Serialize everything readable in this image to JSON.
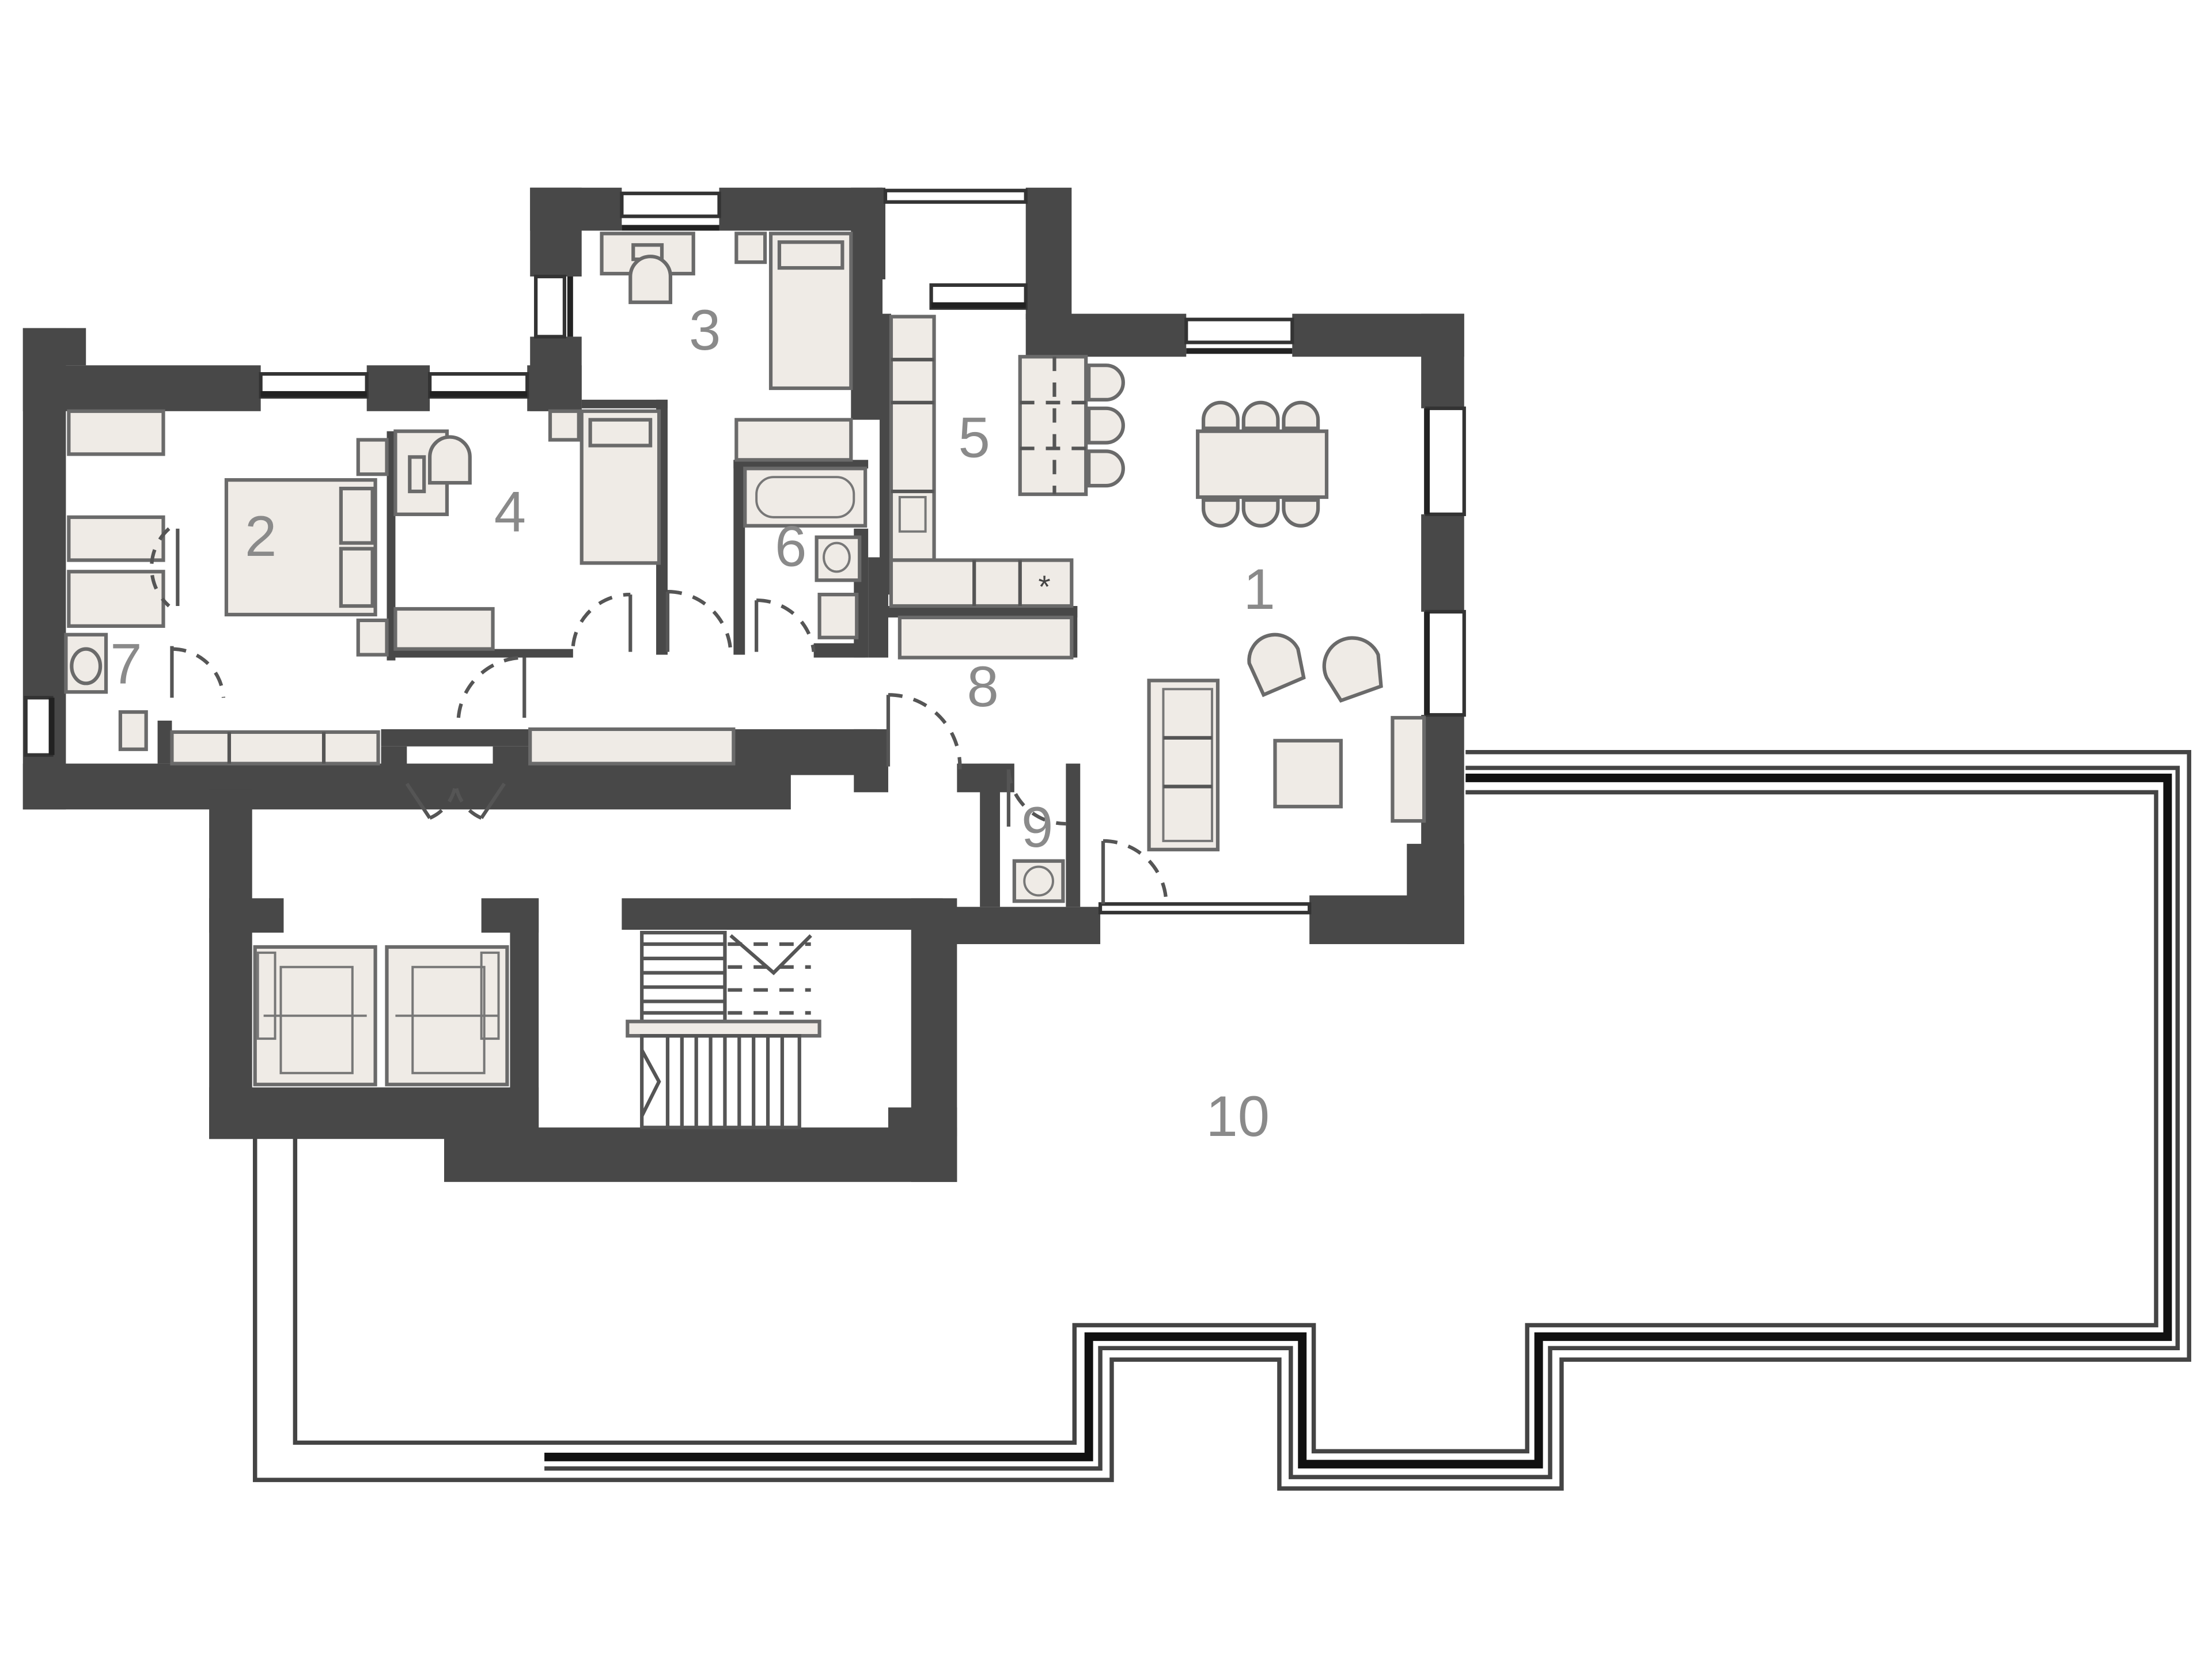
{
  "rooms": [
    {
      "id": "1",
      "label": "1"
    },
    {
      "id": "2",
      "label": "2"
    },
    {
      "id": "3",
      "label": "3"
    },
    {
      "id": "4",
      "label": "4"
    },
    {
      "id": "5",
      "label": "5"
    },
    {
      "id": "6",
      "label": "6"
    },
    {
      "id": "7",
      "label": "7"
    },
    {
      "id": "8",
      "label": "8"
    },
    {
      "id": "9",
      "label": "9"
    },
    {
      "id": "10",
      "label": "10"
    }
  ],
  "fridge_symbol": "*",
  "colors": {
    "wall": "#484848",
    "furniture": "#efebe6",
    "background": "#ffffff"
  }
}
